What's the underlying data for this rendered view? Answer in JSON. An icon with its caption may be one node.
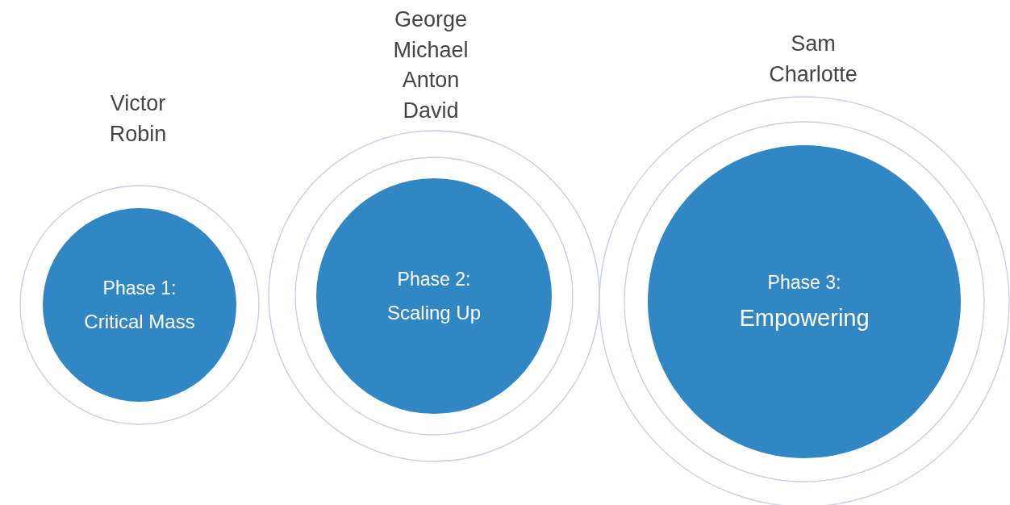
{
  "diagram": {
    "nodes": [
      {
        "text": [
          "Phase 1:",
          "Critical Mass"
        ],
        "beside": [
          "Victor Robin"
        ]
      },
      {
        "text": [
          "Phase 2:",
          "Scaling Up"
        ],
        "beside": [
          "George Michael Anton David"
        ]
      },
      {
        "text": [
          "Phase 3:",
          "Empowering"
        ],
        "beside": [
          "Sam Charlotte"
        ]
      }
    ]
  }
}
